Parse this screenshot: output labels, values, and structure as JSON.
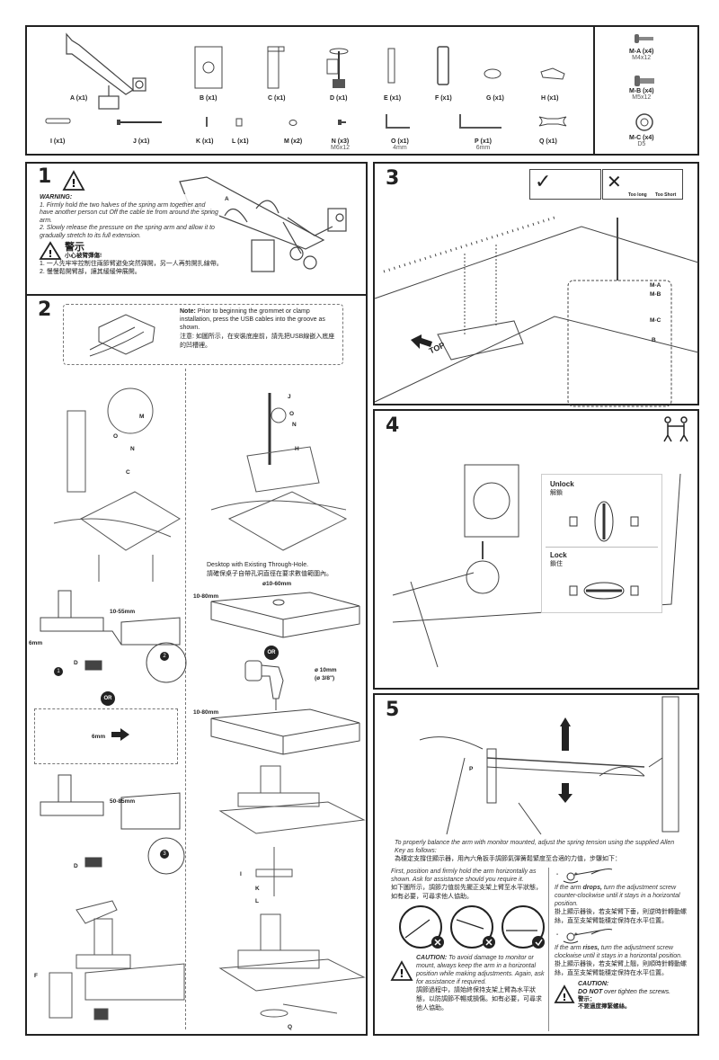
{
  "parts": {
    "items": [
      {
        "id": "A",
        "label": "A (x1)"
      },
      {
        "id": "B",
        "label": "B (x1)"
      },
      {
        "id": "C",
        "label": "C (x1)"
      },
      {
        "id": "D",
        "label": "D (x1)"
      },
      {
        "id": "E",
        "label": "E (x1)"
      },
      {
        "id": "F",
        "label": "F (x1)"
      },
      {
        "id": "G",
        "label": "G (x1)"
      },
      {
        "id": "H",
        "label": "H (x1)"
      },
      {
        "id": "I",
        "label": "I (x1)"
      },
      {
        "id": "J",
        "label": "J (x1)"
      },
      {
        "id": "K",
        "label": "K (x1)"
      },
      {
        "id": "L",
        "label": "L (x1)"
      },
      {
        "id": "M",
        "label": "M (x2)"
      },
      {
        "id": "N",
        "label": "N (x3)",
        "spec": "M6x12"
      },
      {
        "id": "O",
        "label": "O (x1)",
        "spec": "4mm"
      },
      {
        "id": "P",
        "label": "P (x1)",
        "spec": "6mm"
      },
      {
        "id": "Q",
        "label": "Q (x1)"
      }
    ],
    "screws": [
      {
        "label": "M-A (x4)",
        "spec": "M4x12"
      },
      {
        "label": "M-B (x4)",
        "spec": "M5x12"
      },
      {
        "label": "M-C (x4)",
        "spec": "D5"
      }
    ]
  },
  "step1": {
    "number": "1",
    "part_label": "A",
    "warning_title": "WARNING:",
    "warning_text": "1. Firmly hold the two halves of the spring arm together and have another person cut Off the cable tie from around the spring arm.\n2. Slowly release the pressure on the spring arm and allow it to gradually stretch to its full extension.",
    "zh_title": "警示",
    "zh_subtitle": "小心被臂彈傷!",
    "zh_line1": "1. 一人先牢牢控制住兩節臂避免突然彈開，另一人再剪開扎線帶。",
    "zh_line2": "2. 慢慢鬆開臂部，讓其緩緩伸展開。"
  },
  "step2": {
    "number": "2",
    "note_label": "Note:",
    "note_text": " Prior to beginning the grommet or clamp installation, press the USB cables into the groove as shown.",
    "note_zh": "注意: 如圖所示，在安裝底座前，請先把USB線嵌入底座的凹槽裡。",
    "labels": {
      "J": "J",
      "M": "M",
      "O": "O",
      "N": "N",
      "H": "H",
      "C": "C",
      "D": "D",
      "F": "F",
      "I": "I",
      "K": "K",
      "L": "L",
      "Q": "Q"
    },
    "clamp_range_1": "10-55mm",
    "clamp_range_2": "50-85mm",
    "hex_key": "6mm",
    "hex_key_2": "6mm",
    "or": "OR",
    "through_hole_title": "Desktop with Existing Through-Hole.",
    "through_hole_zh": "請確保桌子自帶孔洞直徑在要求數值範圍內。",
    "hole_diameter": "ø10-60mm",
    "desk_thickness_1": "10-80mm",
    "desk_thickness_2": "10-80mm",
    "drill_size": "ø 10mm",
    "drill_size_in": "(ø 3/8\")",
    "circled": [
      "1",
      "2",
      "3"
    ]
  },
  "step3": {
    "number": "3",
    "too_long": "Too long",
    "too_short": "Too Short",
    "screw_a": "M-A",
    "screw_b": "M-B",
    "washer": "M-C",
    "plate": "B",
    "top": "TOP"
  },
  "step4": {
    "number": "4",
    "unlock": "Unlock",
    "unlock_zh": "解鎖",
    "lock": "Lock",
    "lock_zh": "鎖住"
  },
  "step5": {
    "number": "5",
    "key_label": "P",
    "intro": "To properly balance the arm with monitor mounted, adjust the spring tension using the supplied Allen Key as follows:",
    "intro_zh": "為穩定支撐住顯示器，用內六角扳手調節氣彈簧鬆緊度至合適的力值，步驟如下：",
    "first": "First, position and firmly hold the arm horizontally as shown. Ask for assistance should you require it.",
    "first_zh": "如下圖所示，調節力值前先擺正支架上臂至水平狀態，如有必要，可尋求他人協助。",
    "caution_label": "CAUTION:",
    "caution_text": " To avoid damage to monitor or mount, always keep the arm in a horizontal position while making adjustments. Again, ask for assistance if required.",
    "caution_zh": "調節過程中，請始終保持支架上臂為水平狀態，以防調節不暢或損傷。如有必要，可尋求他人協助。",
    "drops_pre": "If the arm ",
    "drops_word": "drops,",
    "drops_post": " turn the adjustment screw counter-clockwise until it stays in a horizontal position.",
    "drops_zh": "掛上顯示器後，若支架臂下垂，則逆時針轉動螺絲，直至支架臂能穩定保持在水平位置。",
    "rises_pre": "If the arm ",
    "rises_word": "rises,",
    "rises_post": " turn the adjustment screw clockwise until it stays in a horizontal position.",
    "rises_zh": "掛上顯示器後，若支架臂上翹，則順時針轉動螺絲，直至支架臂能穩定保持在水平位置。",
    "caution2_label": "CAUTION:",
    "caution2_bold": "DO NOT",
    "caution2_text": " over tighten the screws.",
    "caution2_zh_title": "警示：",
    "caution2_zh": "不要過度擰緊螺絲。",
    "minus": "-",
    "plus": "+"
  }
}
